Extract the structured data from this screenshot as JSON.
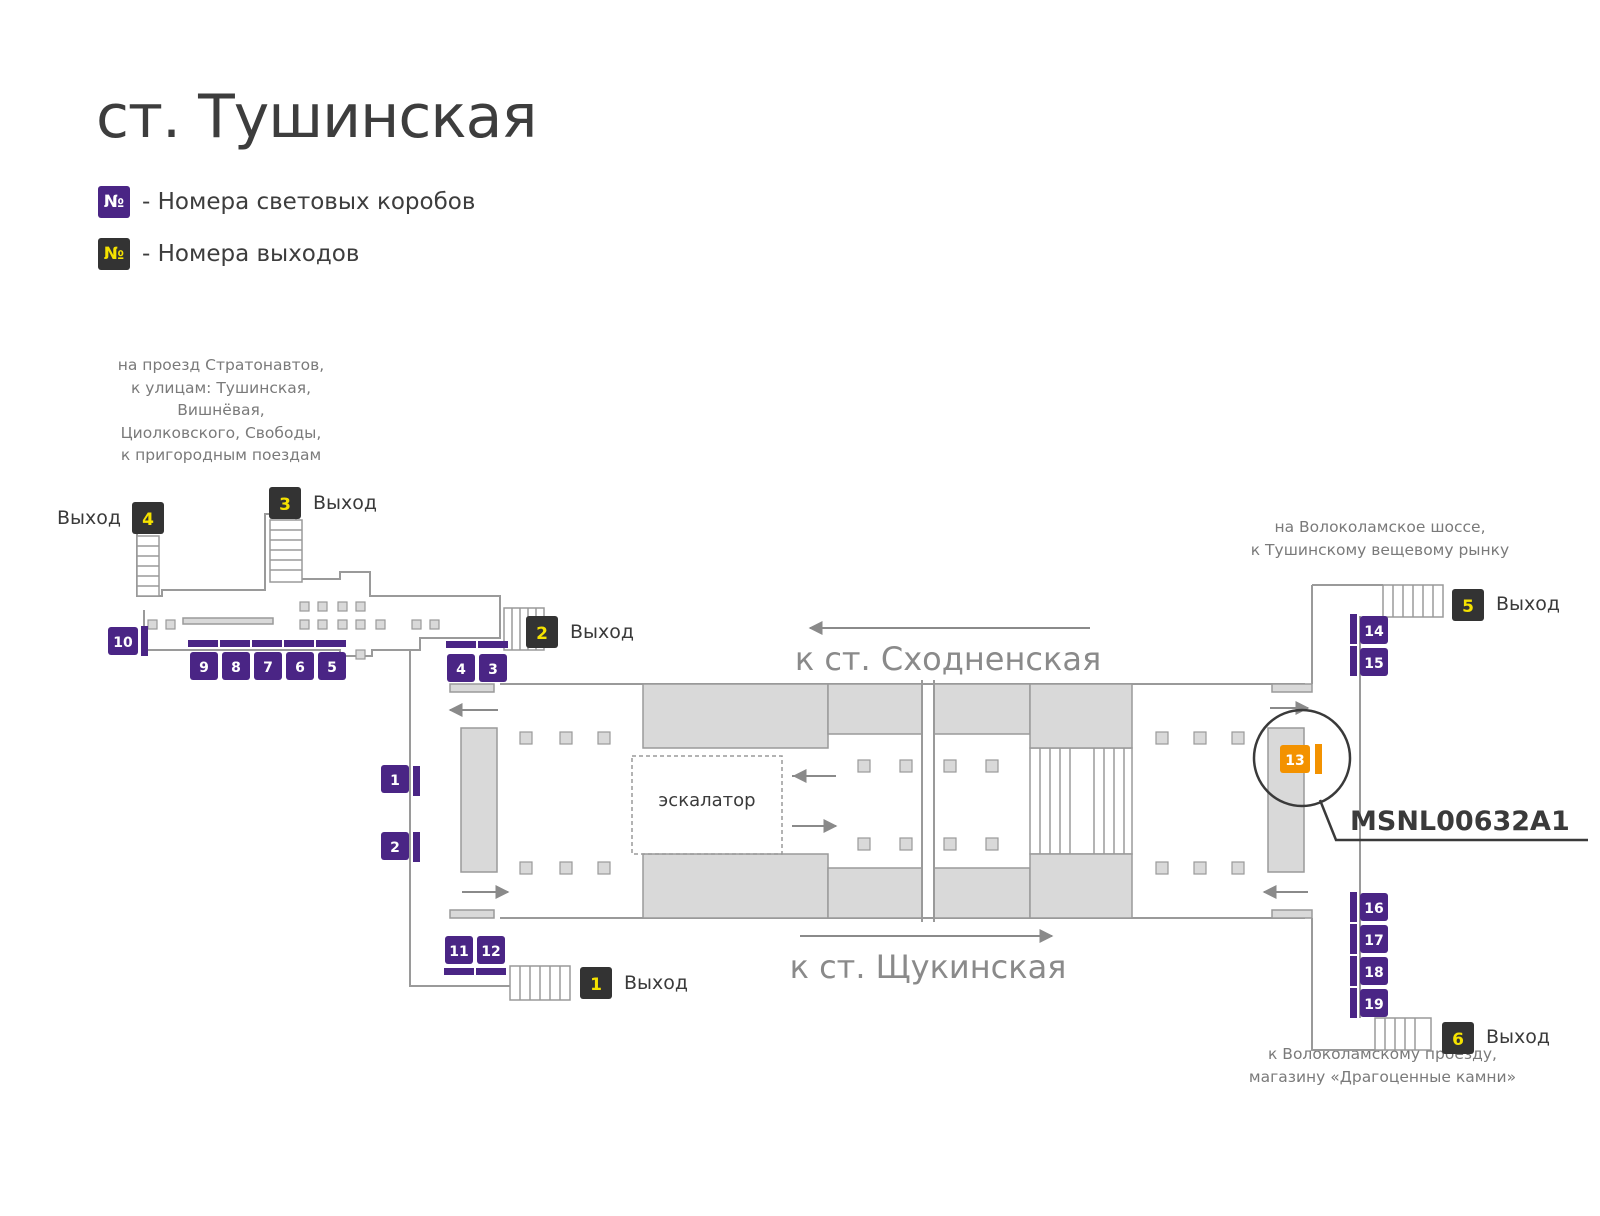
{
  "title": "ст. Тушинская",
  "legend": {
    "box_symbol": "№",
    "box_text": "- Номера световых коробов",
    "exit_symbol": "№",
    "exit_text": "- Номера выходов"
  },
  "colors": {
    "lightbox": "#4a2585",
    "exit_badge": "#333333",
    "exit_number": "#f5e200",
    "highlight": "#f39200",
    "structure_fill": "#d9d9d9",
    "line": "#9a9a9a"
  },
  "notes": {
    "north": [
      "на проезд Стратонавтов,",
      "к улицам: Тушинская,",
      "Вишнёвая,",
      "Циолковского, Свободы,",
      "к пригородным поездам"
    ],
    "east_top": [
      "на Волоколамское шоссе,",
      "к Тушинскому вещевому рынку"
    ],
    "east_bottom": [
      "к Волоколамскому проезду,",
      "магазину «Драгоценные камни»"
    ]
  },
  "exits": [
    {
      "number": "1",
      "label": "Выход"
    },
    {
      "number": "2",
      "label": "Выход"
    },
    {
      "number": "3",
      "label": "Выход"
    },
    {
      "number": "4",
      "label": "Выход"
    },
    {
      "number": "5",
      "label": "Выход"
    },
    {
      "number": "6",
      "label": "Выход"
    }
  ],
  "directions": {
    "top": "к ст. Сходненская",
    "bottom": "к ст. Щукинская"
  },
  "escalator_label": "эскалатор",
  "lightboxes": [
    "1",
    "2",
    "3",
    "4",
    "5",
    "6",
    "7",
    "8",
    "9",
    "10",
    "11",
    "12",
    "13",
    "14",
    "15",
    "16",
    "17",
    "18",
    "19"
  ],
  "highlight": {
    "box": "13",
    "code": "MSNL00632A1"
  }
}
